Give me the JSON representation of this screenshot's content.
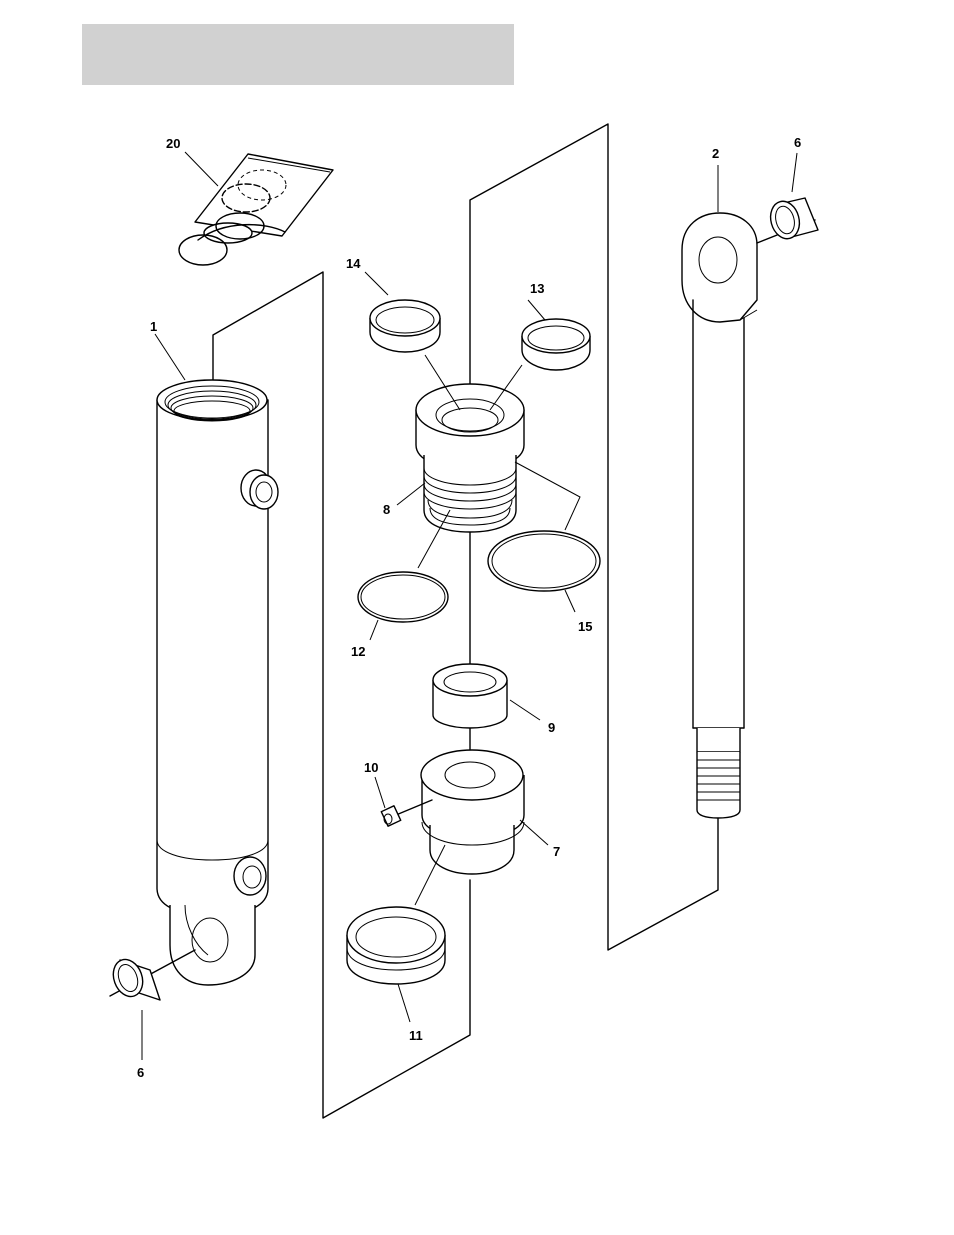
{
  "header": {
    "bar_color": "#d1d1d1"
  },
  "diagram": {
    "line_color": "#000000",
    "callouts": {
      "p20": "20",
      "p14": "14",
      "p13": "13",
      "p1": "1",
      "p8": "8",
      "p12": "12",
      "p15": "15",
      "p9": "9",
      "p10": "10",
      "p7": "7",
      "p11": "11",
      "p6_left": "6",
      "p2": "2",
      "p6_right": "6"
    }
  }
}
